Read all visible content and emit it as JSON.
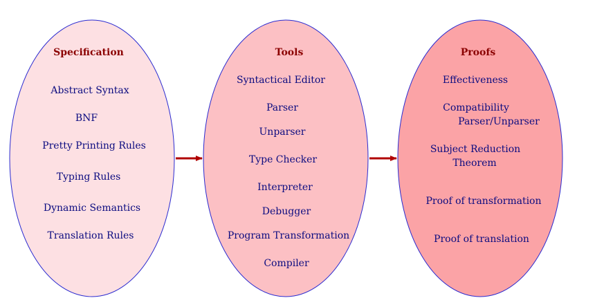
{
  "colors": {
    "outline": "#2a2ad0",
    "text": "#0b0b80",
    "title": "#8b0000",
    "arrow": "#b00000",
    "fill_left": "#fde0e3",
    "fill_middle": "#fcc0c4",
    "fill_right": "#fba3a6"
  },
  "columns": [
    {
      "title": "Specification",
      "items": [
        "Abstract Syntax",
        "BNF",
        "Pretty Printing Rules",
        "Typing Rules",
        "Dynamic Semantics",
        "Translation Rules"
      ]
    },
    {
      "title": "Tools",
      "items": [
        "Syntactical Editor",
        "Parser",
        "Unparser",
        "Type Checker",
        "Interpreter",
        "Debugger",
        "Program Transformation",
        "Compiler"
      ]
    },
    {
      "title": "Proofs",
      "items": [
        "Effectiveness",
        "Compatibility",
        "Parser/Unparser",
        "Subject Reduction",
        "Theorem",
        "Proof of transformation",
        "Proof of translation"
      ]
    }
  ]
}
